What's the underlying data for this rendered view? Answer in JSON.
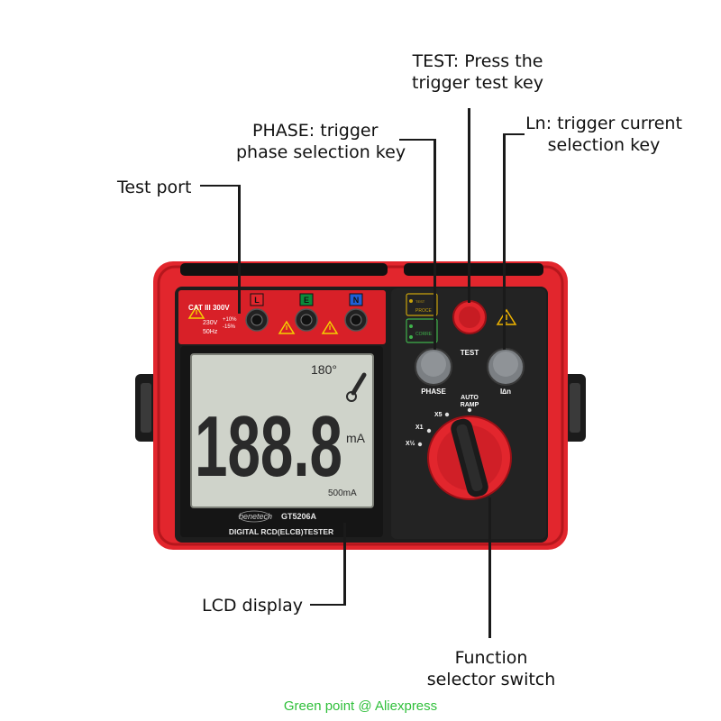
{
  "callouts": {
    "test_key": [
      "TEST: Press the",
      "trigger test key"
    ],
    "phase_key": [
      "PHASE: trigger",
      "phase selection key"
    ],
    "ln_key": [
      "Ln: trigger current",
      "selection key"
    ],
    "test_port": "Test port",
    "lcd_display": "LCD display",
    "function_switch": [
      "Function",
      "selector switch"
    ]
  },
  "device": {
    "category": "CAT III 300V",
    "voltage": "230V",
    "frequency": "50Hz",
    "tolerance_plus": "+10%",
    "tolerance_minus": "-15%",
    "ports": [
      "L",
      "E",
      "N"
    ],
    "lcd": {
      "digits": "188.8",
      "unit": "mA",
      "angle": "180°",
      "range": "500mA"
    },
    "brand": "benetech",
    "model": "GT5206A",
    "product_name": "DIGITAL RCD(ELCB)TESTER",
    "buttons": {
      "test": "TEST",
      "phase": "PHASE",
      "ln": "I∆n"
    },
    "dial_positions": [
      "X5",
      "X1",
      "X½",
      "AUTO RAMP"
    ],
    "auto_ramp": [
      "AUTO",
      "RAMP"
    ],
    "tiny_labels": [
      "TEST",
      "PROCE",
      "CORRE"
    ]
  },
  "watermark": "Green point @ Aliexpress",
  "colors": {
    "body_red": "#e2262d",
    "panel_black": "#1d1d1d",
    "lcd_bg": "#cfd3ca",
    "lcd_segment": "#2a2a2a",
    "accent_green": "#2fbf3a"
  }
}
